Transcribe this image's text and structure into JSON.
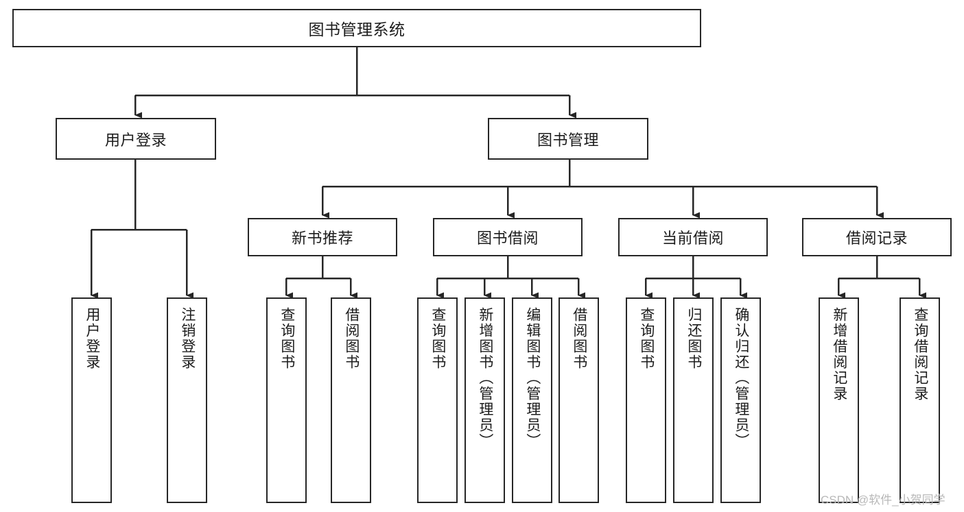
{
  "diagram": {
    "title": "图书管理系统",
    "type": "功能结构图",
    "colors": {
      "box_border": "#262626",
      "box_fill": "#ffffff",
      "edge": "#262626",
      "text": "#1c1c1c",
      "watermark": "#b8b8b8",
      "background": "#ffffff"
    },
    "root": {
      "id": "root",
      "label": "图书管理系统",
      "level": 1
    },
    "level2": [
      {
        "id": "user-login",
        "label": "用户登录",
        "level": 2
      },
      {
        "id": "book-manage",
        "label": "图书管理",
        "level": 2
      }
    ],
    "level3": [
      {
        "id": "new-book-recommend",
        "label": "新书推荐",
        "level": 3,
        "parent": "book-manage"
      },
      {
        "id": "book-borrow",
        "label": "图书借阅",
        "level": 3,
        "parent": "book-manage"
      },
      {
        "id": "current-borrow",
        "label": "当前借阅",
        "level": 3,
        "parent": "book-manage"
      },
      {
        "id": "borrow-record",
        "label": "借阅记录",
        "level": 3,
        "parent": "book-manage"
      }
    ],
    "leaves": [
      {
        "id": "leaf-user-login",
        "label": "用户登录",
        "parent": "user-login"
      },
      {
        "id": "leaf-logout-login",
        "label": "注销登录",
        "parent": "user-login"
      },
      {
        "id": "leaf-query-book-1",
        "label": "查询图书",
        "parent": "new-book-recommend"
      },
      {
        "id": "leaf-borrow-book-1",
        "label": "借阅图书",
        "parent": "new-book-recommend"
      },
      {
        "id": "leaf-query-book-2",
        "label": "查询图书",
        "parent": "book-borrow"
      },
      {
        "id": "leaf-add-book",
        "label": "新增图书（管理员）",
        "parent": "book-borrow"
      },
      {
        "id": "leaf-edit-book",
        "label": "编辑图书（管理员）",
        "parent": "book-borrow"
      },
      {
        "id": "leaf-borrow-book-2",
        "label": "借阅图书",
        "parent": "book-borrow"
      },
      {
        "id": "leaf-query-book-3",
        "label": "查询图书",
        "parent": "current-borrow"
      },
      {
        "id": "leaf-return-book",
        "label": "归还图书",
        "parent": "current-borrow"
      },
      {
        "id": "leaf-confirm-return",
        "label": "确认归还（管理员）",
        "parent": "current-borrow"
      },
      {
        "id": "leaf-add-record",
        "label": "新增借阅记录",
        "parent": "borrow-record"
      },
      {
        "id": "leaf-query-record",
        "label": "查询借阅记录",
        "parent": "borrow-record"
      }
    ],
    "watermark": "CSDN @软件_小贺同学"
  }
}
